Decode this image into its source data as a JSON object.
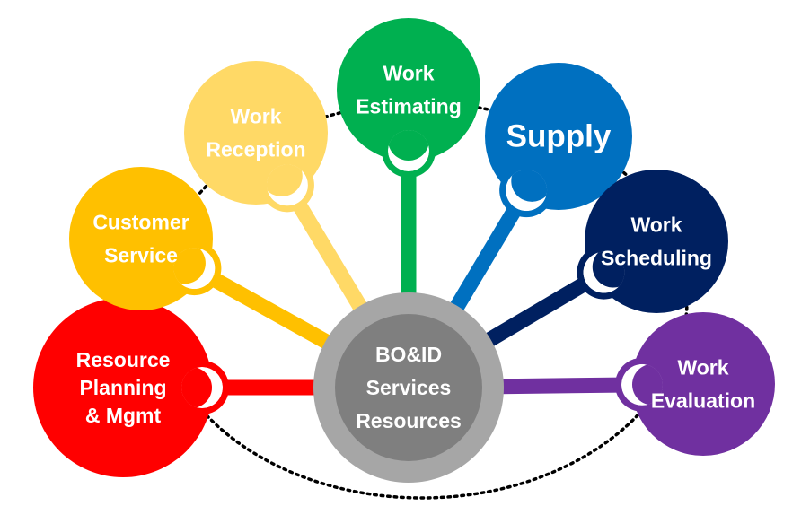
{
  "center": {
    "lines": [
      "BO&ID",
      "Services",
      "Resources"
    ],
    "outer_color": "#a6a6a6",
    "inner_color": "#7f7f7f",
    "text_color": "#ffffff"
  },
  "nodes": [
    {
      "id": "resource-planning",
      "lines": [
        "Resource",
        "Planning",
        "& Mgmt"
      ],
      "color": "#ff0000",
      "text_color": "#ffffff"
    },
    {
      "id": "customer-service",
      "lines": [
        "Customer",
        "Service"
      ],
      "color": "#ffc000",
      "text_color": "#ffffff"
    },
    {
      "id": "work-reception",
      "lines": [
        "Work",
        "Reception"
      ],
      "color": "#ffd966",
      "text_color": "#ffffff"
    },
    {
      "id": "work-estimating",
      "lines": [
        "Work",
        "Estimating"
      ],
      "color": "#00b050",
      "text_color": "#ffffff"
    },
    {
      "id": "supply",
      "lines": [
        "Supply"
      ],
      "color": "#0070c0",
      "text_color": "#ffffff"
    },
    {
      "id": "work-scheduling",
      "lines": [
        "Work",
        "Scheduling"
      ],
      "color": "#002060",
      "text_color": "#ffffff"
    },
    {
      "id": "work-evaluation",
      "lines": [
        "Work",
        "Evaluation"
      ],
      "color": "#7030a0",
      "text_color": "#ffffff"
    }
  ],
  "ring": {
    "style": "dotted",
    "color": "#000000"
  }
}
